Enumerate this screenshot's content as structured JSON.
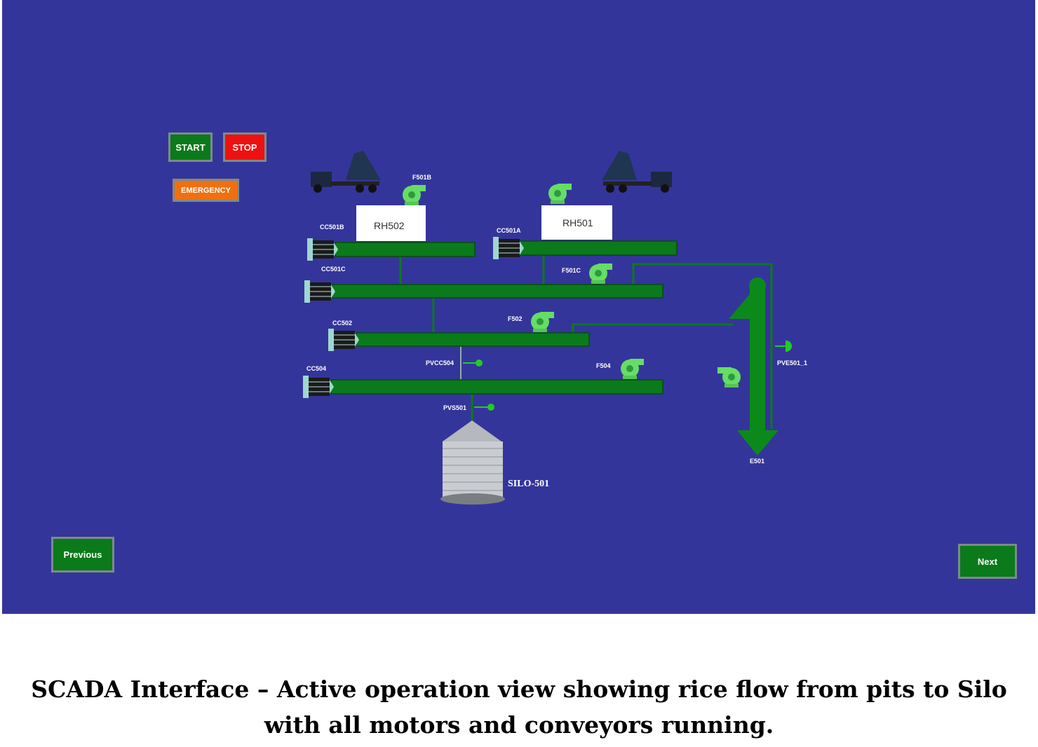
{
  "controls": {
    "start": "START",
    "stop": "STOP",
    "emergency": "EMERGENCY",
    "previous": "Previous",
    "next": "Next"
  },
  "equipment": {
    "rh502": "RH502",
    "rh501": "RH501",
    "cc501b": "CC501B",
    "cc501a": "CC501A",
    "cc501c": "CC501C",
    "cc502": "CC502",
    "cc504": "CC504",
    "f501b": "F501B",
    "f501c": "F501C",
    "f502": "F502",
    "f504": "F504",
    "pvcc504": "PVCC504",
    "pvs501": "PVS501",
    "pve501_1": "PVE501_1",
    "e501": "E501",
    "silo": "SILO-501"
  },
  "colors": {
    "background": "#34359a",
    "conveyor": "#0b7a1b",
    "fan": "#66dd66",
    "start": "#0a7a1a",
    "stop": "#ee1111",
    "emergency": "#f07010"
  },
  "caption": "SCADA Interface – Active operation view showing rice flow from pits to Silo with all motors and conveyors running."
}
